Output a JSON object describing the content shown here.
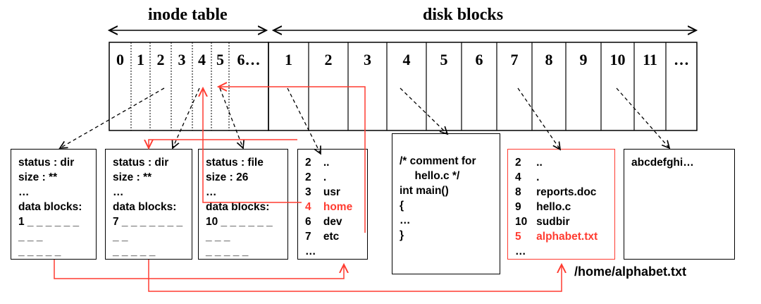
{
  "titles": {
    "inode_table": "inode table",
    "disk_blocks": "disk blocks"
  },
  "inode_cells": [
    "0",
    "1",
    "2",
    "3",
    "4",
    "5",
    "6…"
  ],
  "disk_cells": [
    "1",
    "2",
    "3",
    "4",
    "5",
    "6",
    "7",
    "8",
    "9",
    "10",
    "11",
    "…"
  ],
  "boxes": [
    {
      "name": "inode-0-box",
      "red": false,
      "lines": [
        {
          "t": "status : dir"
        },
        {
          "t": "size : **"
        },
        {
          "t": "…"
        },
        {
          "t": "data blocks:"
        },
        {
          "t": "1 _ _ _ _ _ _"
        },
        {
          "t": "_ _ _"
        },
        {
          "t": "_ _ _ _ _"
        }
      ]
    },
    {
      "name": "inode-4-box",
      "red": false,
      "lines": [
        {
          "t": "status : dir"
        },
        {
          "t": "size : **"
        },
        {
          "t": "…"
        },
        {
          "t": "data blocks:"
        },
        {
          "t": "7 _ _ _ _ _ _ _"
        },
        {
          "t": "_ _"
        },
        {
          "t": "_ _ _ _ _"
        }
      ]
    },
    {
      "name": "inode-5-box",
      "red": false,
      "lines": [
        {
          "t": "status : file"
        },
        {
          "t": "size : 26"
        },
        {
          "t": "…"
        },
        {
          "t": "data blocks:"
        },
        {
          "t": "10 _ _ _ _ _ _"
        },
        {
          "t": "_ _ _"
        },
        {
          "t": "_ _ _ _ _"
        }
      ]
    },
    {
      "name": "block-1-root-dir-box",
      "red": false,
      "lines": [
        {
          "t": "2    .."
        },
        {
          "t": "2    ."
        },
        {
          "t": "3    usr"
        },
        {
          "t": "4    home",
          "red": true
        },
        {
          "t": "6    dev"
        },
        {
          "t": "7    etc"
        },
        {
          "t": "…"
        }
      ]
    },
    {
      "name": "block-4-source-box",
      "red": false,
      "lines": [
        {
          "t": "/* comment for"
        },
        {
          "t": "     hello.c */"
        },
        {
          "t": "int main()"
        },
        {
          "t": "{"
        },
        {
          "t": "…"
        },
        {
          "t": "}"
        }
      ]
    },
    {
      "name": "block-7-home-dir-box",
      "red": true,
      "lines": [
        {
          "t": "2     .."
        },
        {
          "t": "4     ."
        },
        {
          "t": "8     reports.doc"
        },
        {
          "t": "9     hello.c"
        },
        {
          "t": "10   sudbir"
        },
        {
          "t": "5     alphabet.txt",
          "red": true
        },
        {
          "t": "…"
        }
      ]
    },
    {
      "name": "block-10-file-box",
      "red": false,
      "lines": [
        {
          "t": "abcdefghi…"
        }
      ]
    }
  ],
  "path_label": "/home/alphabet.txt",
  "colors": {
    "highlight": "#ff3b30",
    "line": "#000000"
  }
}
